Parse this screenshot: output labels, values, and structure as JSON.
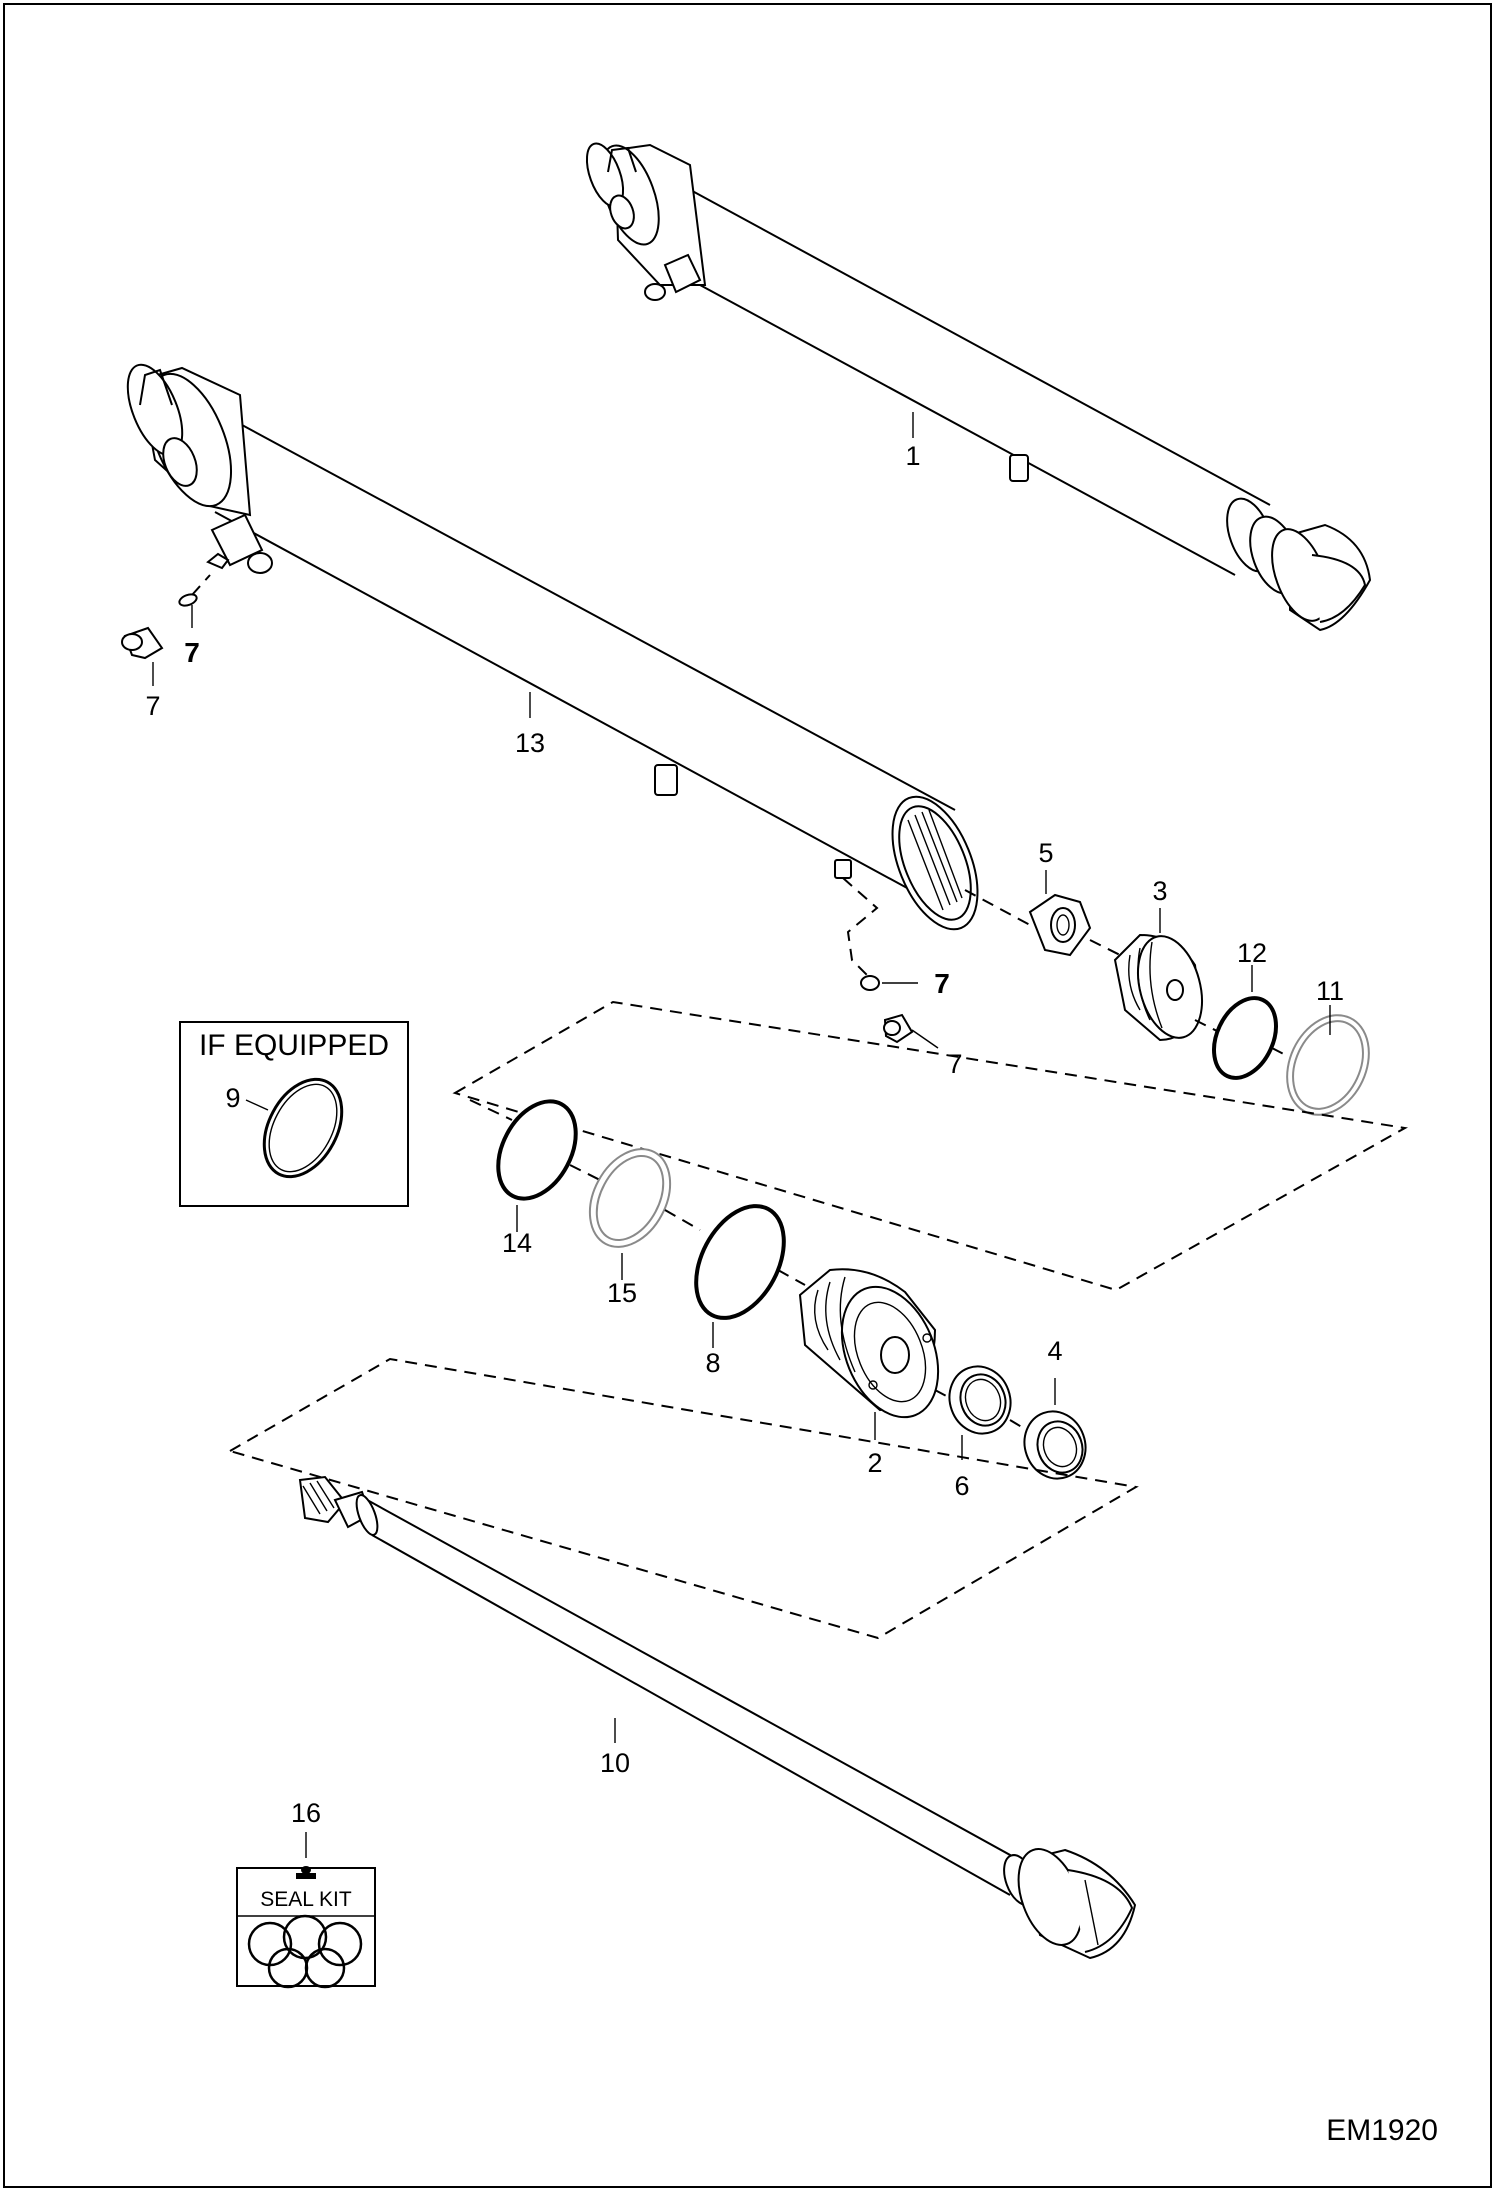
{
  "drawing": {
    "drawing_number": "EM1920",
    "if_equipped_title": "IF EQUIPPED",
    "seal_kit_label": "SEAL KIT"
  },
  "callouts": {
    "c1": "1",
    "c2": "2",
    "c3": "3",
    "c4": "4",
    "c5": "5",
    "c6": "6",
    "c7a": "7",
    "c7b": "7",
    "c7c": "7",
    "c7d": "7",
    "c8": "8",
    "c9": "9",
    "c10": "10",
    "c11": "11",
    "c12": "12",
    "c13": "13",
    "c14": "14",
    "c15": "15",
    "c16": "16"
  }
}
